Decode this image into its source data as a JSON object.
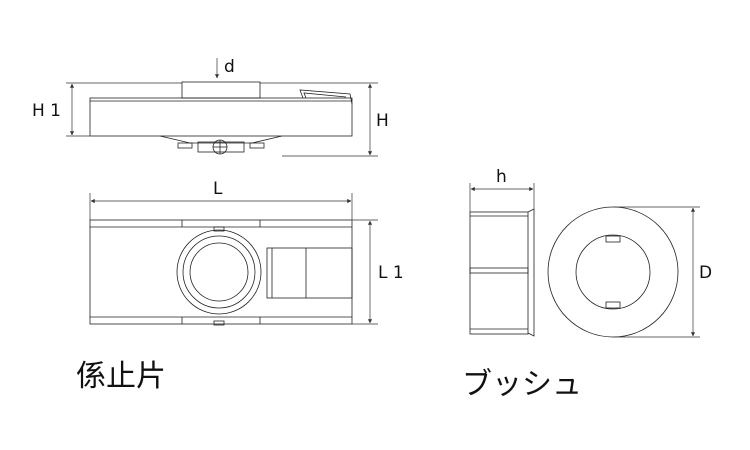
{
  "title_left": "係止片",
  "title_right": "ブッシュ",
  "dimensions": {
    "d": "d",
    "H1": "H 1",
    "H": "H",
    "L": "L",
    "L1": "L 1",
    "h": "h",
    "D": "D"
  },
  "colors": {
    "line": "#222222",
    "dimension": "#333333",
    "background": "#ffffff"
  }
}
